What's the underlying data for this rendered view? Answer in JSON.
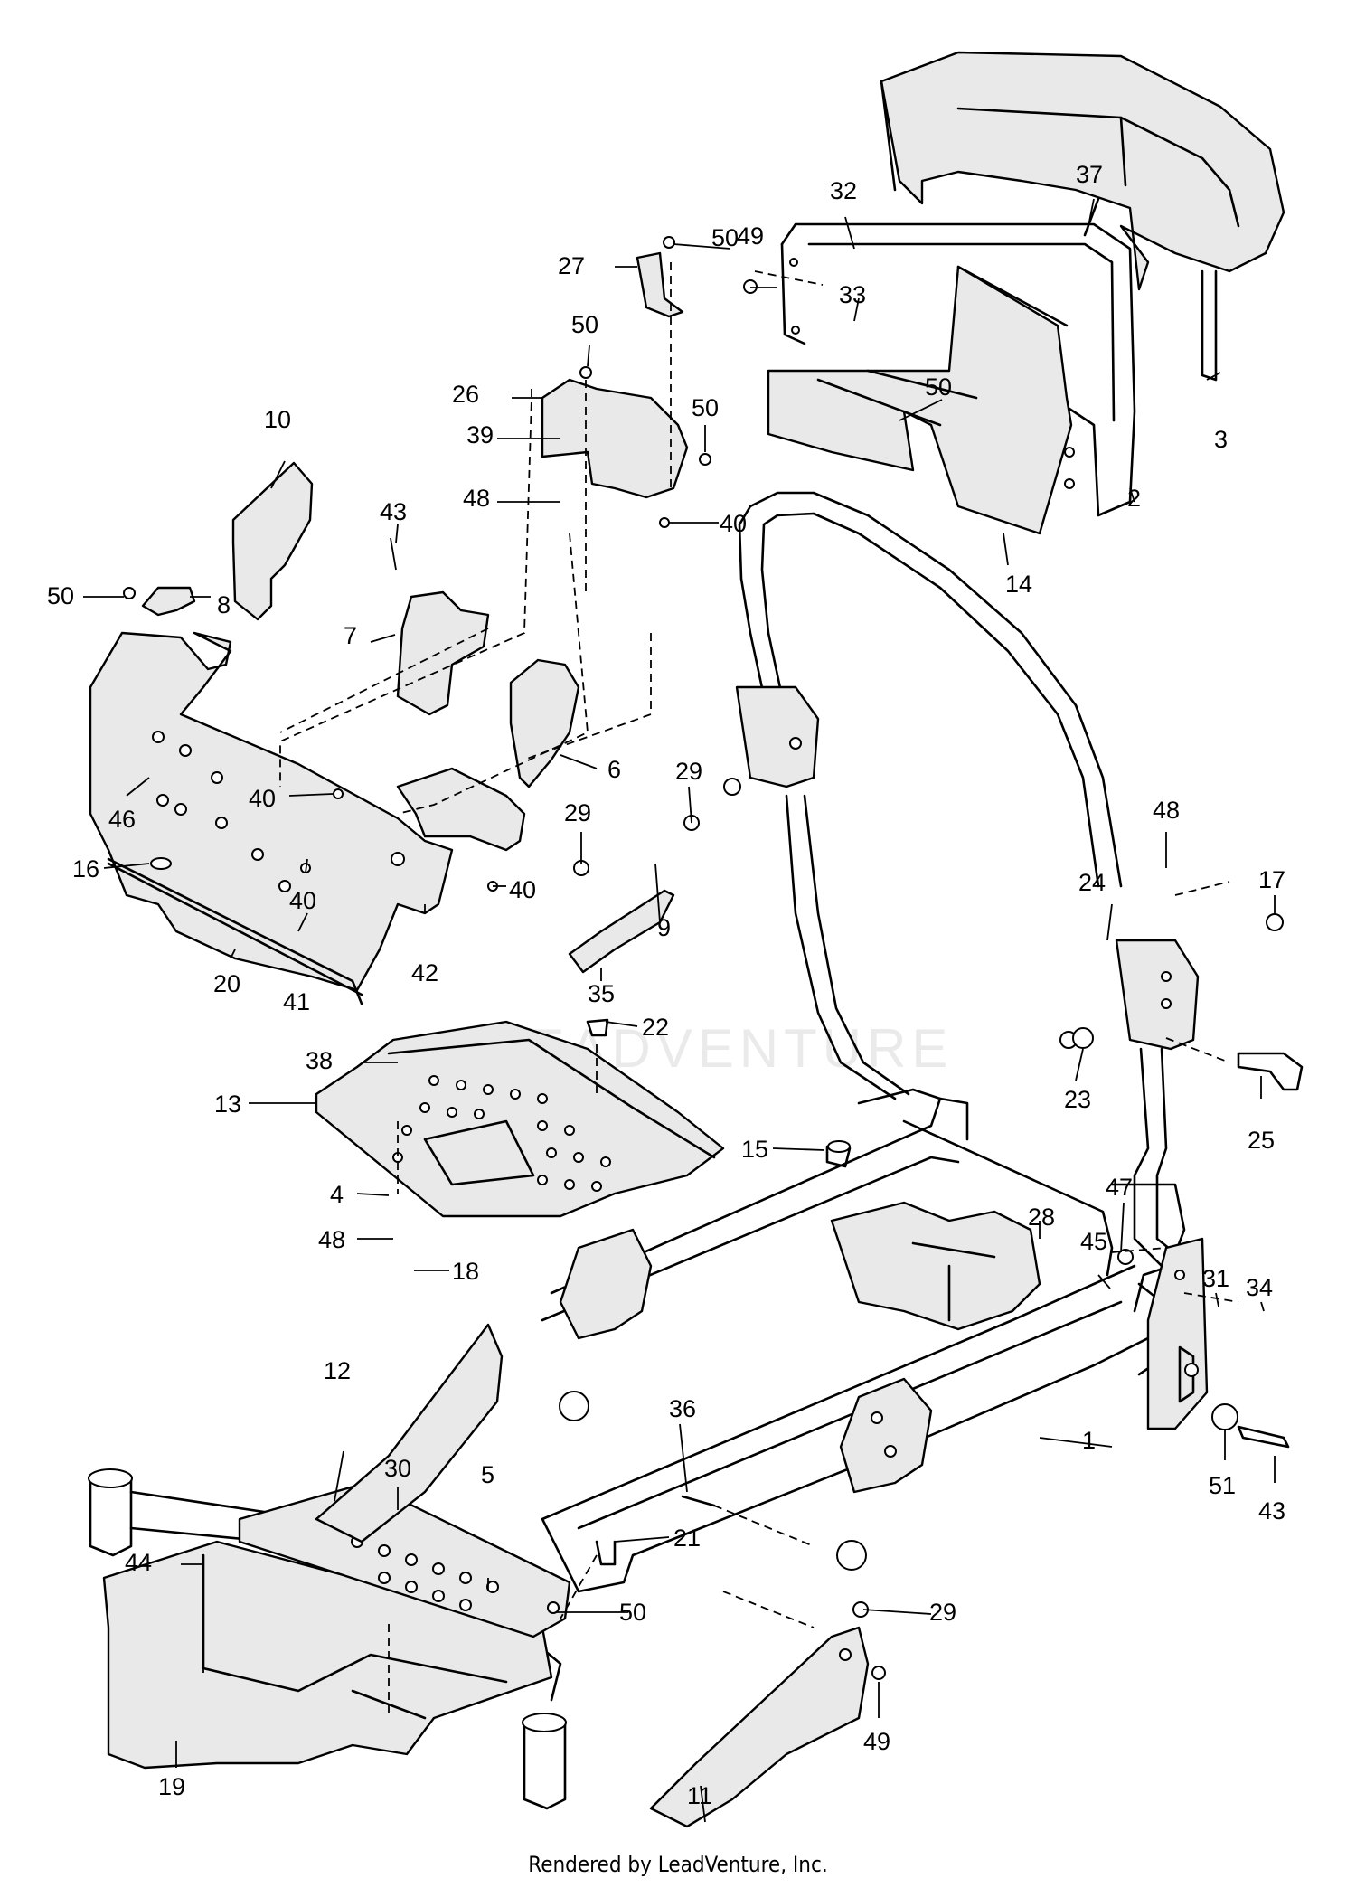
{
  "footer": {
    "text": "Rendered by LeadVenture, Inc."
  },
  "watermark": {
    "text": "LEADVENTURE"
  },
  "callouts": [
    {
      "id": "c1",
      "label": "1"
    },
    {
      "id": "c2",
      "label": "2"
    },
    {
      "id": "c3",
      "label": "3"
    },
    {
      "id": "c4",
      "label": "4"
    },
    {
      "id": "c5",
      "label": "5"
    },
    {
      "id": "c6",
      "label": "6"
    },
    {
      "id": "c7",
      "label": "7"
    },
    {
      "id": "c8",
      "label": "8"
    },
    {
      "id": "c9",
      "label": "9"
    },
    {
      "id": "c10",
      "label": "10"
    },
    {
      "id": "c11",
      "label": "11"
    },
    {
      "id": "c12",
      "label": "12"
    },
    {
      "id": "c13",
      "label": "13"
    },
    {
      "id": "c14",
      "label": "14"
    },
    {
      "id": "c15",
      "label": "15"
    },
    {
      "id": "c16",
      "label": "16"
    },
    {
      "id": "c17",
      "label": "17"
    },
    {
      "id": "c18",
      "label": "18"
    },
    {
      "id": "c19",
      "label": "19"
    },
    {
      "id": "c20",
      "label": "20"
    },
    {
      "id": "c21",
      "label": "21"
    },
    {
      "id": "c22",
      "label": "22"
    },
    {
      "id": "c23",
      "label": "23"
    },
    {
      "id": "c24",
      "label": "24"
    },
    {
      "id": "c25",
      "label": "25"
    },
    {
      "id": "c26",
      "label": "26"
    },
    {
      "id": "c27",
      "label": "27"
    },
    {
      "id": "c28",
      "label": "28"
    },
    {
      "id": "c29a",
      "label": "29"
    },
    {
      "id": "c29b",
      "label": "29"
    },
    {
      "id": "c29c",
      "label": "29"
    },
    {
      "id": "c30",
      "label": "30"
    },
    {
      "id": "c31",
      "label": "31"
    },
    {
      "id": "c32",
      "label": "32"
    },
    {
      "id": "c33",
      "label": "33"
    },
    {
      "id": "c34",
      "label": "34"
    },
    {
      "id": "c35",
      "label": "35"
    },
    {
      "id": "c36",
      "label": "36"
    },
    {
      "id": "c37",
      "label": "37"
    },
    {
      "id": "c38",
      "label": "38"
    },
    {
      "id": "c39",
      "label": "39"
    },
    {
      "id": "c40a",
      "label": "40"
    },
    {
      "id": "c40b",
      "label": "40"
    },
    {
      "id": "c40c",
      "label": "40"
    },
    {
      "id": "c40d",
      "label": "40"
    },
    {
      "id": "c41",
      "label": "41"
    },
    {
      "id": "c42",
      "label": "42"
    },
    {
      "id": "c43a",
      "label": "43"
    },
    {
      "id": "c43b",
      "label": "43"
    },
    {
      "id": "c44",
      "label": "44"
    },
    {
      "id": "c45",
      "label": "45"
    },
    {
      "id": "c46",
      "label": "46"
    },
    {
      "id": "c47",
      "label": "47"
    },
    {
      "id": "c48a",
      "label": "48"
    },
    {
      "id": "c48b",
      "label": "48"
    },
    {
      "id": "c48c",
      "label": "48"
    },
    {
      "id": "c49a",
      "label": "49"
    },
    {
      "id": "c49b",
      "label": "49"
    },
    {
      "id": "c50a",
      "label": "50"
    },
    {
      "id": "c50b",
      "label": "50"
    },
    {
      "id": "c50c",
      "label": "50"
    },
    {
      "id": "c50d",
      "label": "50"
    },
    {
      "id": "c50e",
      "label": "50"
    },
    {
      "id": "c50f",
      "label": "50"
    },
    {
      "id": "c51",
      "label": "51"
    }
  ]
}
